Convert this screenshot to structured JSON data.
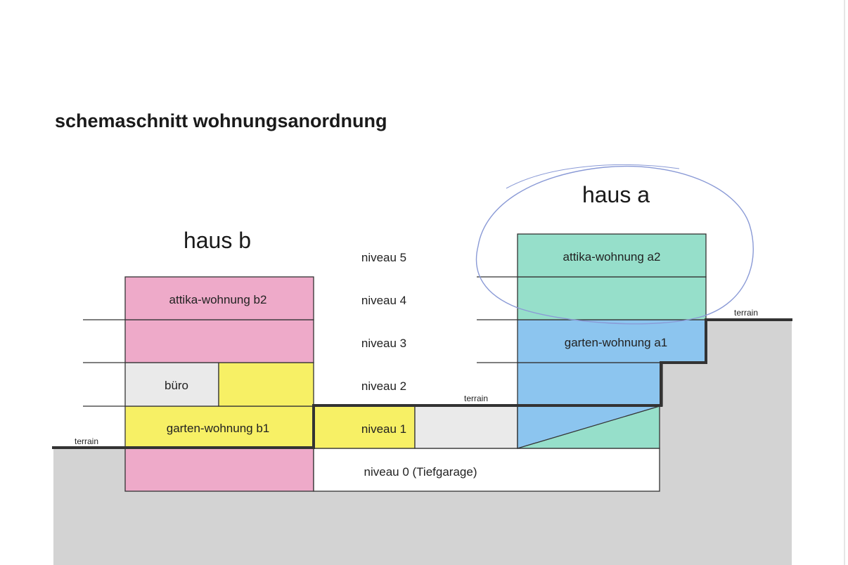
{
  "title": "schemaschnitt wohnungsanordnung",
  "houses": {
    "b": {
      "label": "haus b"
    },
    "a": {
      "label": "haus a"
    }
  },
  "levels": [
    "niveau 5",
    "niveau 4",
    "niveau 3",
    "niveau 2",
    "niveau 1",
    "niveau 0 (Tiefgarage)"
  ],
  "units": {
    "attika_b2": "attika-wohnung b2",
    "buero": "büro",
    "garten_b1": "garten-wohnung b1",
    "attika_a2": "attika-wohnung a2",
    "garten_a1": "garten-wohnung a1"
  },
  "terrain": {
    "left": "terrain",
    "middle": "terrain",
    "right": "terrain"
  },
  "colors": {
    "pink": "#eeaac9",
    "yellow": "#f7f065",
    "grey_light": "#eaeaea",
    "green": "#96dfca",
    "blue": "#8cc5ef",
    "ground": "#d3d3d3",
    "scribble": "#8a9ad6"
  }
}
